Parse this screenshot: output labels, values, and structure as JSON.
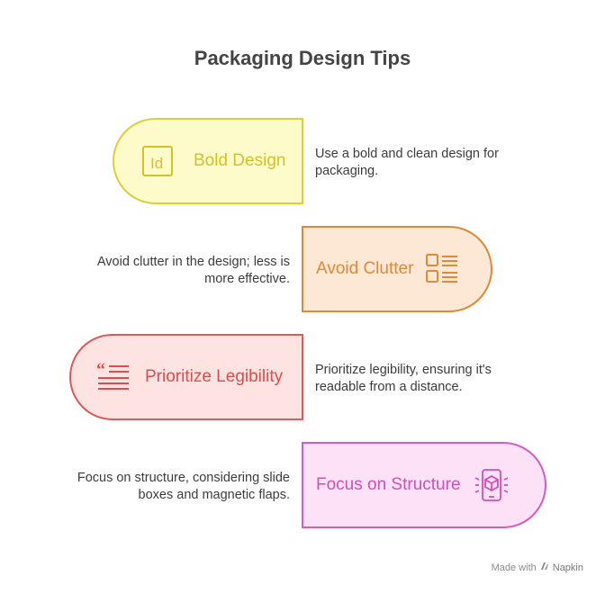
{
  "title": "Packaging Design Tips",
  "items": [
    {
      "label": "Bold Design",
      "description": "Use a bold and clean design for packaging.",
      "color": "#dccf3a",
      "icon": "indesign-icon"
    },
    {
      "label": "Avoid Clutter",
      "description": "Avoid clutter in the design; less is more effective.",
      "color": "#de8a34",
      "icon": "layout-list-icon"
    },
    {
      "label": "Prioritize Legibility",
      "description": "Prioritize legibility, ensuring it's readable from a distance.",
      "color": "#dc5a5a",
      "icon": "quote-text-icon"
    },
    {
      "label": "Focus on Structure",
      "description": "Focus on structure, considering slide boxes and magnetic flaps.",
      "color": "#d65bc0",
      "icon": "phone-ar-cube-icon"
    }
  ],
  "footer": {
    "made_with": "Made with",
    "brand": "Napkin"
  }
}
